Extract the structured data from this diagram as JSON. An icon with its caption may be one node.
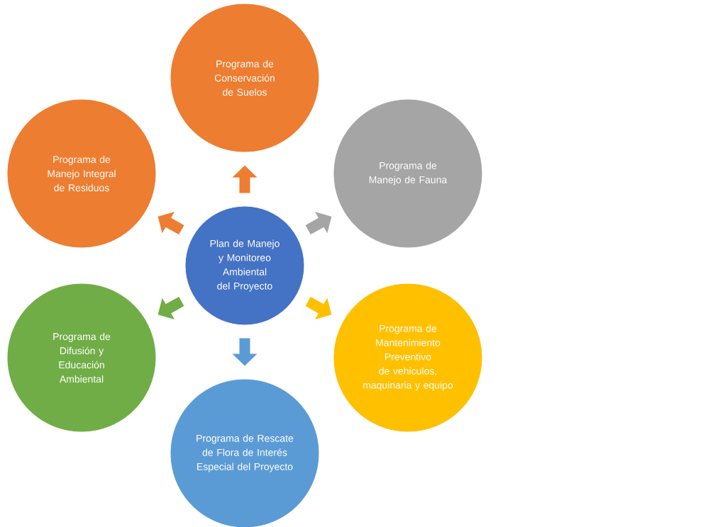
{
  "diagram": {
    "nodes": [
      {
        "text": [
          "Programa de Conservación de Suelos"
        ]
      },
      {
        "text": [
          "Programa de Manejo Integral de Residuos"
        ]
      },
      {
        "text": [
          "Programa de Manejo de Fauna"
        ]
      },
      {
        "text": [
          "Plan de Manejo y Monitoreo Ambiental del Proyecto"
        ]
      },
      {
        "text": [
          "Programa de Difusión y Educación Ambiental"
        ]
      },
      {
        "text": [
          "Programa de Mantenimiento Preventivo de vehiculos, maquinaria y equipo"
        ]
      },
      {
        "text": [
          "Programa de Rescate de Flora de Interés Especial del Proyecto"
        ]
      }
    ],
    "edges": [
      {
        "from": 3,
        "to": 0,
        "arrow": "to",
        "color": "#ed7d31"
      },
      {
        "from": 3,
        "to": 1,
        "arrow": "to",
        "color": "#ed7d31"
      },
      {
        "from": 3,
        "to": 2,
        "arrow": "to",
        "color": "#a5a5a5"
      },
      {
        "from": 3,
        "to": 4,
        "arrow": "to",
        "color": "#70ad47"
      },
      {
        "from": 3,
        "to": 5,
        "arrow": "to",
        "color": "#ffc000"
      },
      {
        "from": 3,
        "to": 6,
        "arrow": "to",
        "color": "#5b9bd5"
      }
    ]
  }
}
